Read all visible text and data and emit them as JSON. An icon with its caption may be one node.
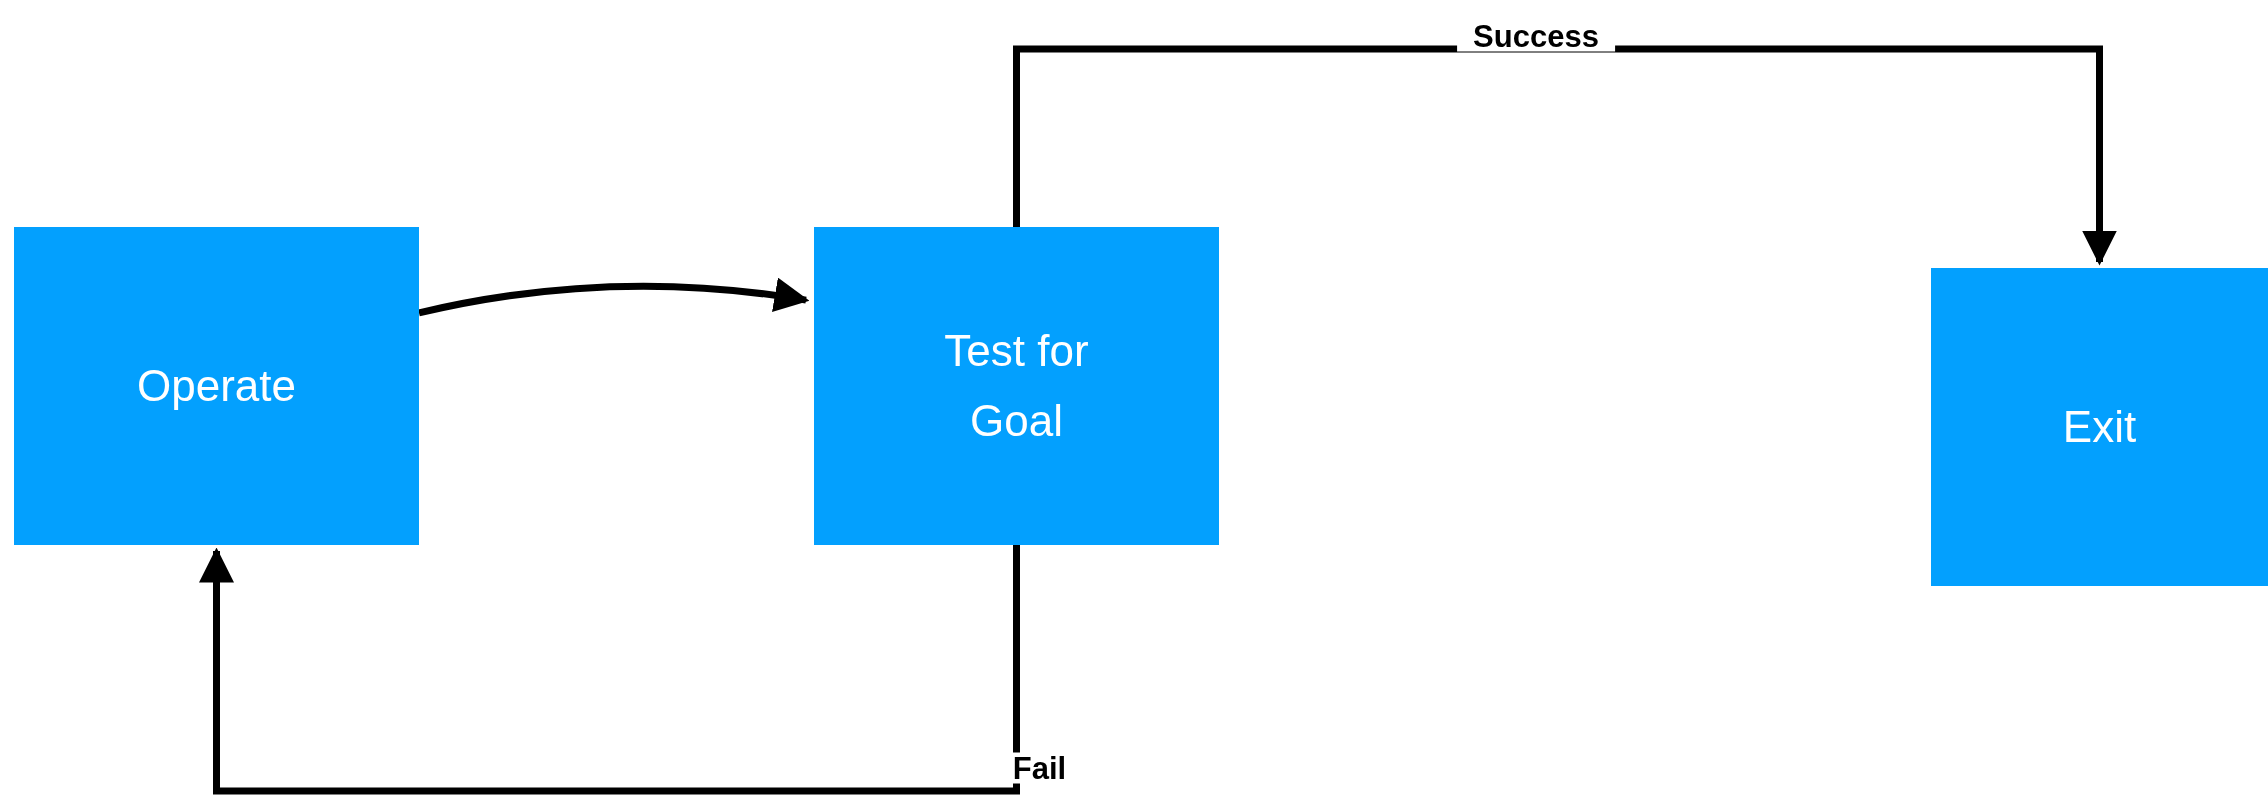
{
  "diagram": {
    "nodes": [
      {
        "text": [
          "Operate"
        ]
      },
      {
        "text": [
          "Test for Goal"
        ]
      },
      {
        "text": [
          "Exit"
        ]
      }
    ],
    "edges": [
      {
        "from": 0,
        "to": 1,
        "arrow": "to"
      },
      {
        "from": 1,
        "to": 2,
        "arrow": "to",
        "label": "Success"
      },
      {
        "from": 1,
        "to": 0,
        "arrow": "to",
        "label": "Fail"
      }
    ]
  }
}
